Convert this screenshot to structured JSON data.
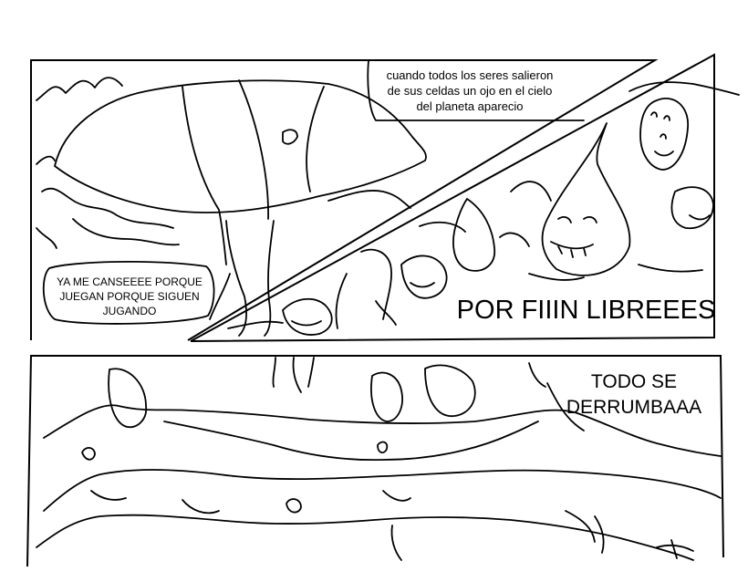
{
  "panel_top": {
    "narration": {
      "line1": "cuando todos los seres salieron",
      "line2": "de sus celdas un ojo en el cielo",
      "line3": "del planeta aparecio"
    },
    "speech": {
      "line1": "YA ME CANSEEEE PORQUE",
      "line2": "JUEGAN PORQUE SIGUEN",
      "line3": "JUGANDO"
    },
    "sound_effect": "POR FIIIN LIBREEES"
  },
  "panel_bottom": {
    "sound_effect": {
      "line1": "TODO SE",
      "line2": "DERRUMBAAA"
    }
  }
}
